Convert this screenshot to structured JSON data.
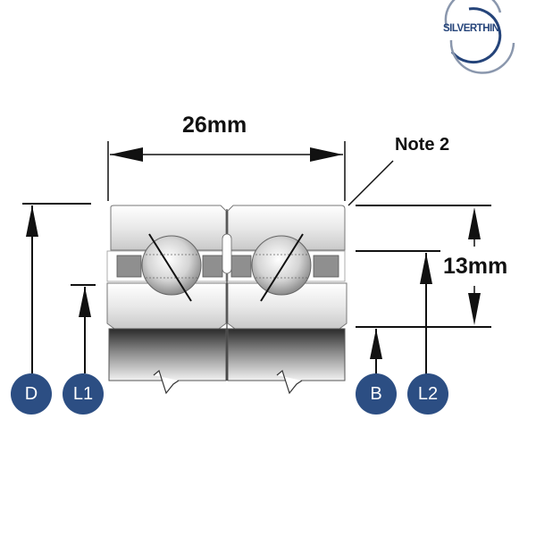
{
  "logo": {
    "text": "SILVERTHIN",
    "colors": {
      "primary": "#25447a",
      "ring_light": "#8a97ad"
    }
  },
  "dimensions": {
    "width_label": "26mm",
    "height_label": "13mm",
    "note_label": "Note 2"
  },
  "badges": [
    {
      "id": "D",
      "label": "D"
    },
    {
      "id": "L1",
      "label": "L1"
    },
    {
      "id": "B",
      "label": "B"
    },
    {
      "id": "L2",
      "label": "L2"
    }
  ],
  "colors": {
    "badge": "#2c4e83",
    "line": "#111111",
    "ring_light": "#e6e6e6",
    "ring_dark": "#3a3a3a",
    "cage": "#8f8f8f"
  }
}
